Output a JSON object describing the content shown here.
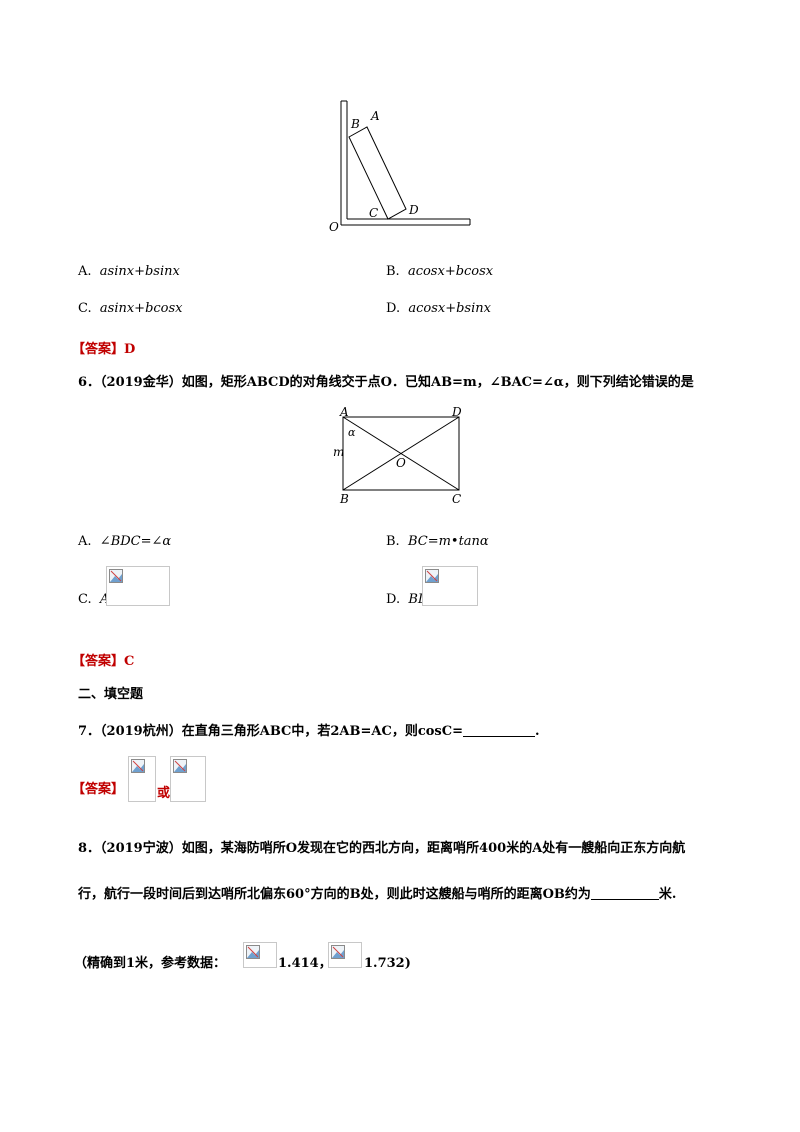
{
  "figure1": {
    "labels": {
      "A": "A",
      "B": "B",
      "C": "C",
      "D": "D",
      "O": "O"
    }
  },
  "q5": {
    "options": [
      {
        "letter": "A.",
        "text": "asinx+bsinx"
      },
      {
        "letter": "B.",
        "text": "acosx+bcosx"
      },
      {
        "letter": "C.",
        "text": "asinx+bcosx"
      },
      {
        "letter": "D.",
        "text": "acosx+bsinx"
      }
    ],
    "answer_label": "【答案】",
    "answer_value": "D"
  },
  "q6": {
    "stem": "6．（2019金华）如图，矩形ABCD的对角线交于点O．已知AB=m，∠BAC=∠α，则下列结论错误的是",
    "figure": {
      "A": "A",
      "B": "B",
      "C": "C",
      "D": "D",
      "O": "O",
      "m": "m",
      "alpha": "α"
    },
    "options": [
      {
        "letter": "A.",
        "text": "∠BDC=∠α"
      },
      {
        "letter": "B.",
        "text": "BC=m•tanα"
      },
      {
        "letter": "C.",
        "text": "AO"
      },
      {
        "letter": "D.",
        "text": "BD"
      }
    ],
    "answer_label": "【答案】",
    "answer_value": "C"
  },
  "section2": {
    "title": "二、填空题"
  },
  "q7": {
    "stem": "7．（2019杭州）在直角三角形ABC中，若2AB=AC，则cosC=",
    "end": ".",
    "answer_label": "【答案】",
    "answer_or": "或"
  },
  "q8": {
    "line1": "8．（2019宁波）如图，某海防哨所O发现在它的西北方向，距离哨所400米的A处有一艘船向正东方向航",
    "line2": "行，航行一段时间后到达哨所北偏东60°方向的B处，则此时这艘船与哨所的距离OB约为",
    "unit": "米.",
    "note_start": "（精确到1米，参考数据：",
    "note_v1": "1.414，",
    "note_v2": "1.732)"
  }
}
